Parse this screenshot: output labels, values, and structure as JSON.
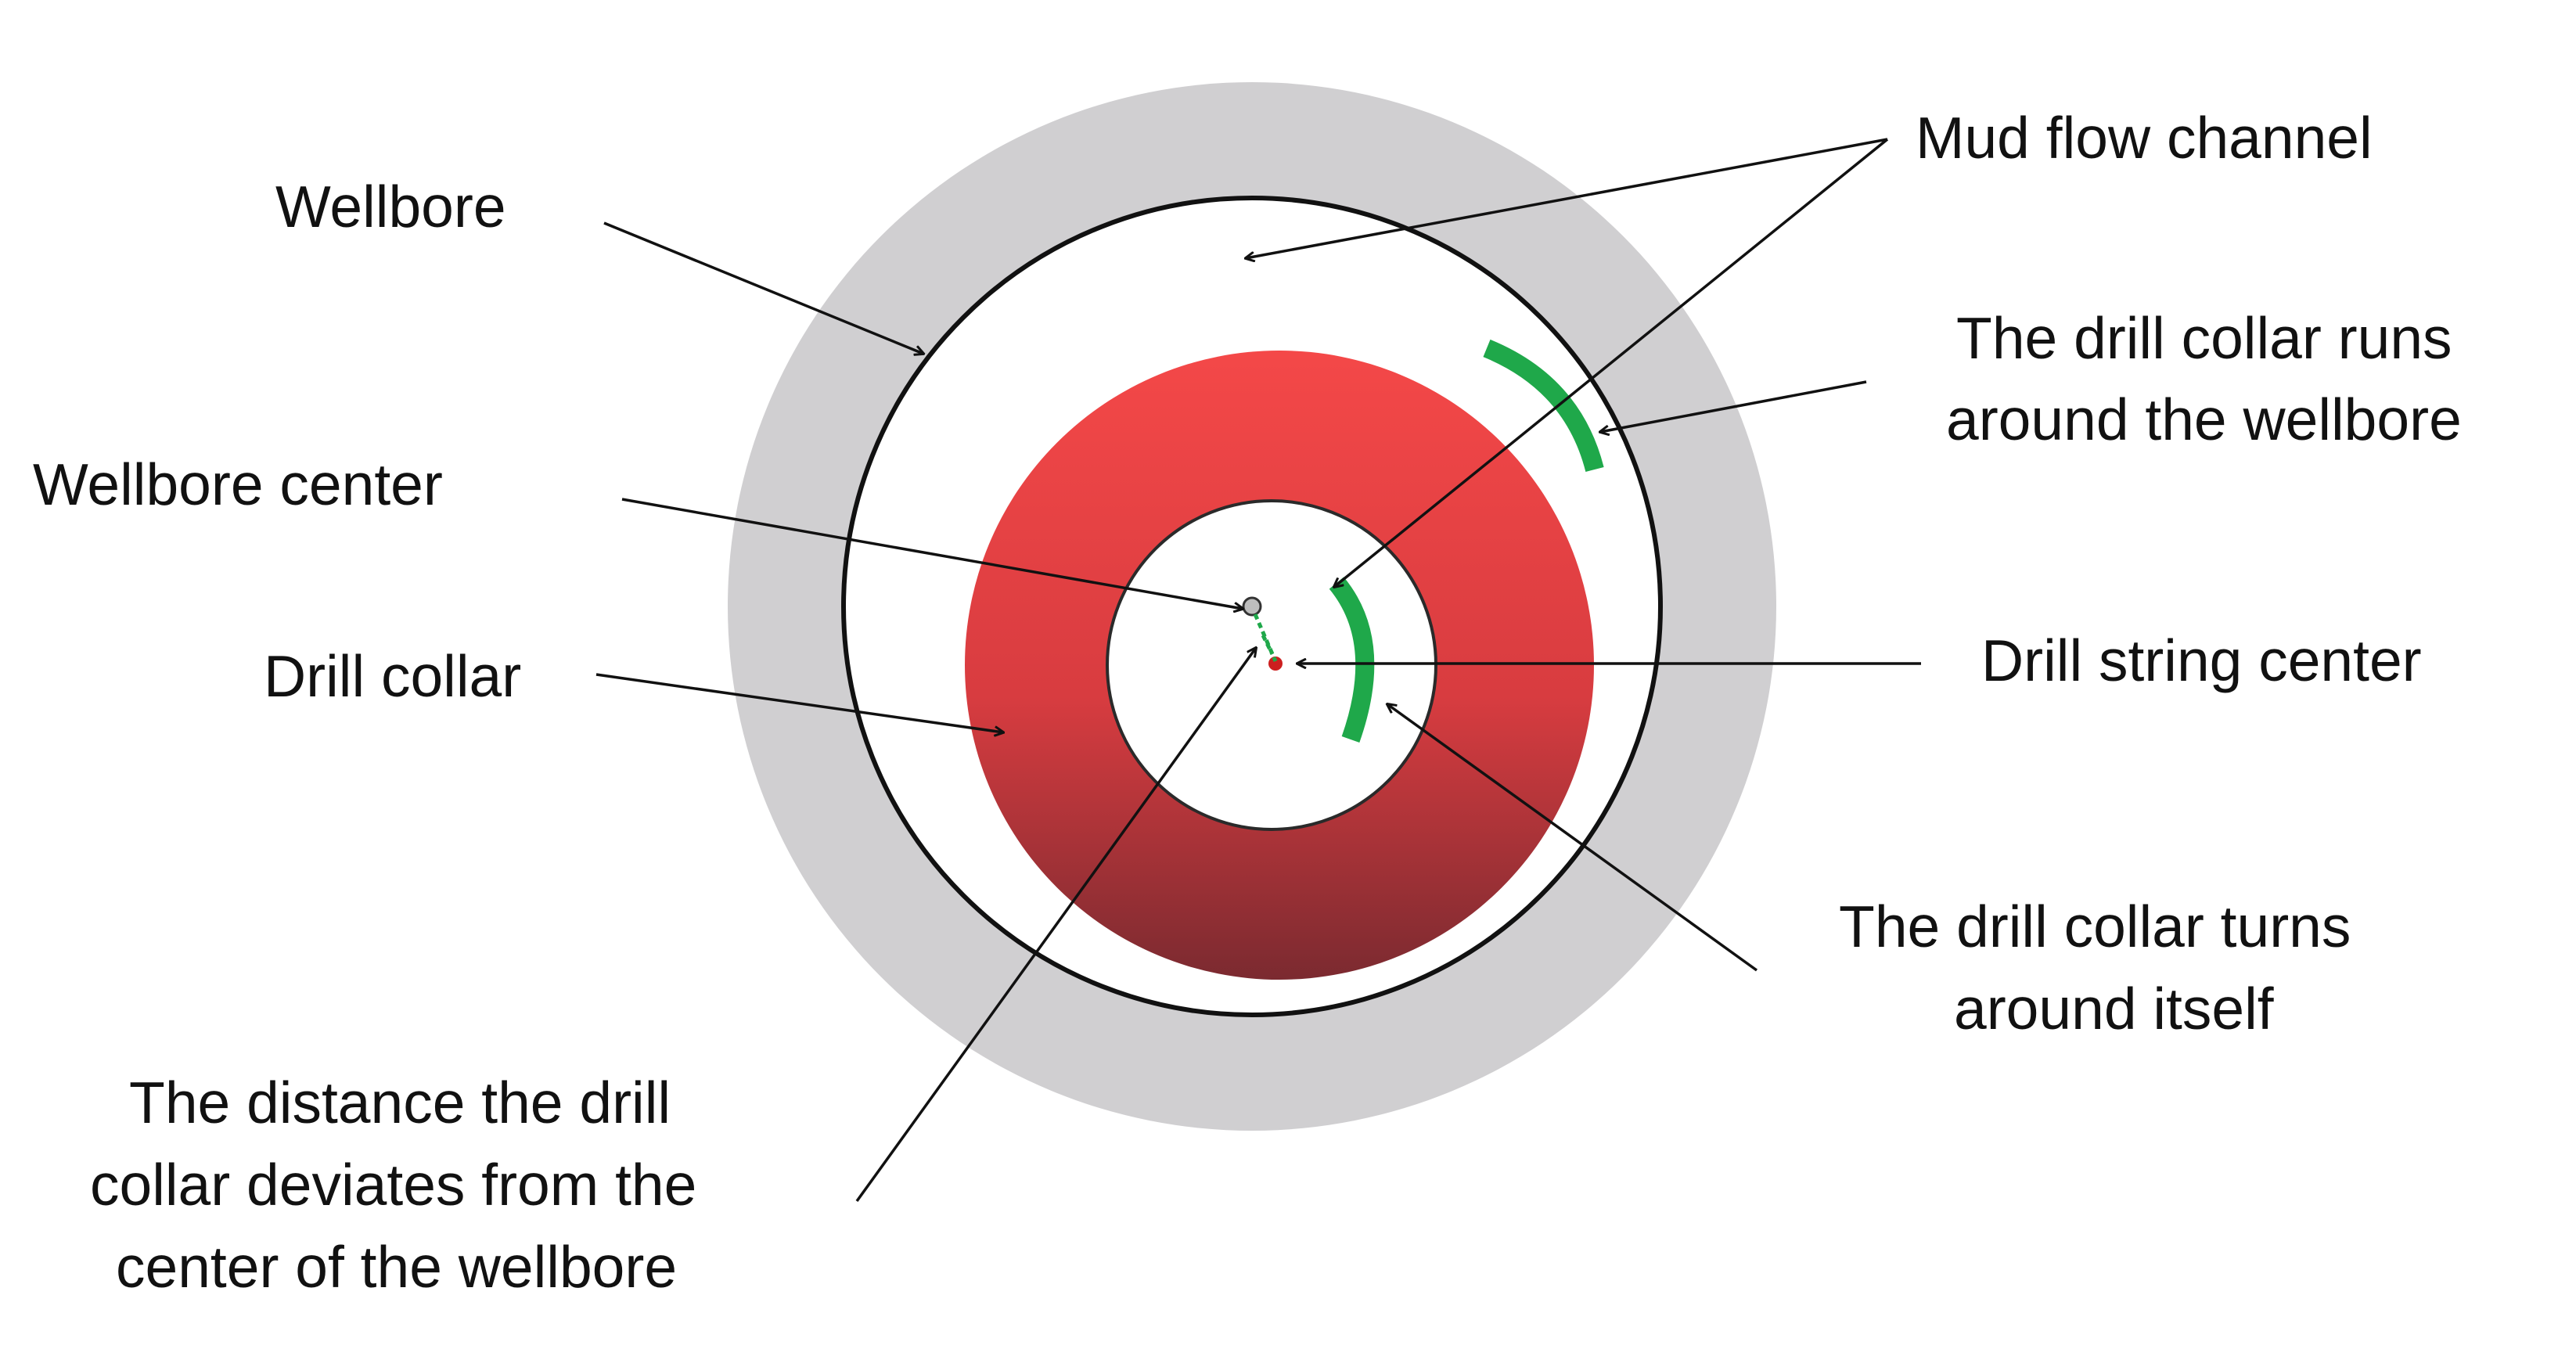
{
  "labels": {
    "wellbore": "Wellbore",
    "mud_flow_channel": "Mud flow channel",
    "collar_runs_line1": "The drill collar runs",
    "collar_runs_line2": "around the wellbore",
    "wellbore_center": "Wellbore center",
    "drill_collar": "Drill collar",
    "drill_string_center": "Drill string center",
    "collar_turns_line1": "The drill collar turns",
    "collar_turns_line2": "around itself",
    "distance_line1": "The distance the drill",
    "distance_line2": "collar deviates from the",
    "distance_line3": "center of the wellbore"
  },
  "colors": {
    "formation_ring": "#d0cfd1",
    "collar_top": "#f44848",
    "collar_bottom": "#7b2a30",
    "motion_arc": "#1fa84a",
    "line": "#111111"
  }
}
